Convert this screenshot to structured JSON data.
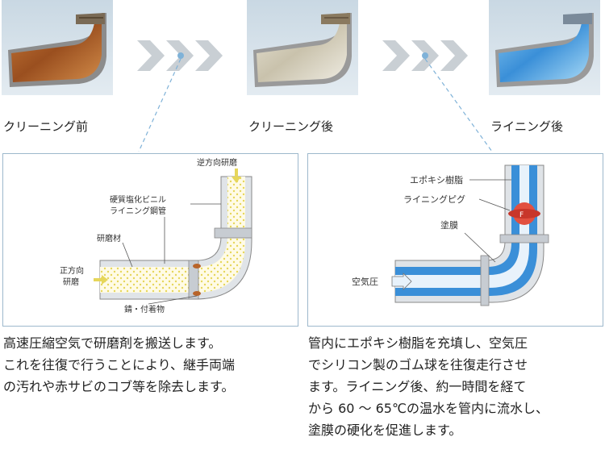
{
  "stages": [
    {
      "label": "クリーニング前",
      "state": "rusted"
    },
    {
      "label": "クリーニング後",
      "state": "cleaned"
    },
    {
      "label": "ライニング後",
      "state": "lined"
    }
  ],
  "cleaning_diagram": {
    "labels": {
      "reverse_polish": "逆方向研磨",
      "pipe_type_line1": "硬質塩化ビニル",
      "pipe_type_line2": "ライニング鋼管",
      "abrasive": "研磨材",
      "forward_line1": "正方向",
      "forward_line2": "研磨",
      "rust": "錆・付着物"
    }
  },
  "lining_diagram": {
    "labels": {
      "epoxy": "エポキシ樹脂",
      "pig": "ライニングピグ",
      "coating": "塗膜",
      "air": "空気圧"
    }
  },
  "descriptions": {
    "cleaning": [
      "高速圧縮空気で研磨剤を搬送します。",
      "これを往復で行うことにより、継手両端",
      "の汚れや赤サビのコブ等を除去します。"
    ],
    "lining": [
      "管内にエポキシ樹脂を充填し、空気圧",
      "でシリコン製のゴム球を往復走行させ",
      "ます。ライニング後、約一時間を経て",
      "から 60 ～ 65℃の温水を管内に流水し、",
      "塗膜の硬化を促進します。"
    ]
  },
  "colors": {
    "rust": "#b8642a",
    "epoxy_blue": "#3a8fd8",
    "chevron": "#c9cfd4",
    "abrasive_dots": "#e6d65a",
    "panel_border": "#9db8cc"
  }
}
